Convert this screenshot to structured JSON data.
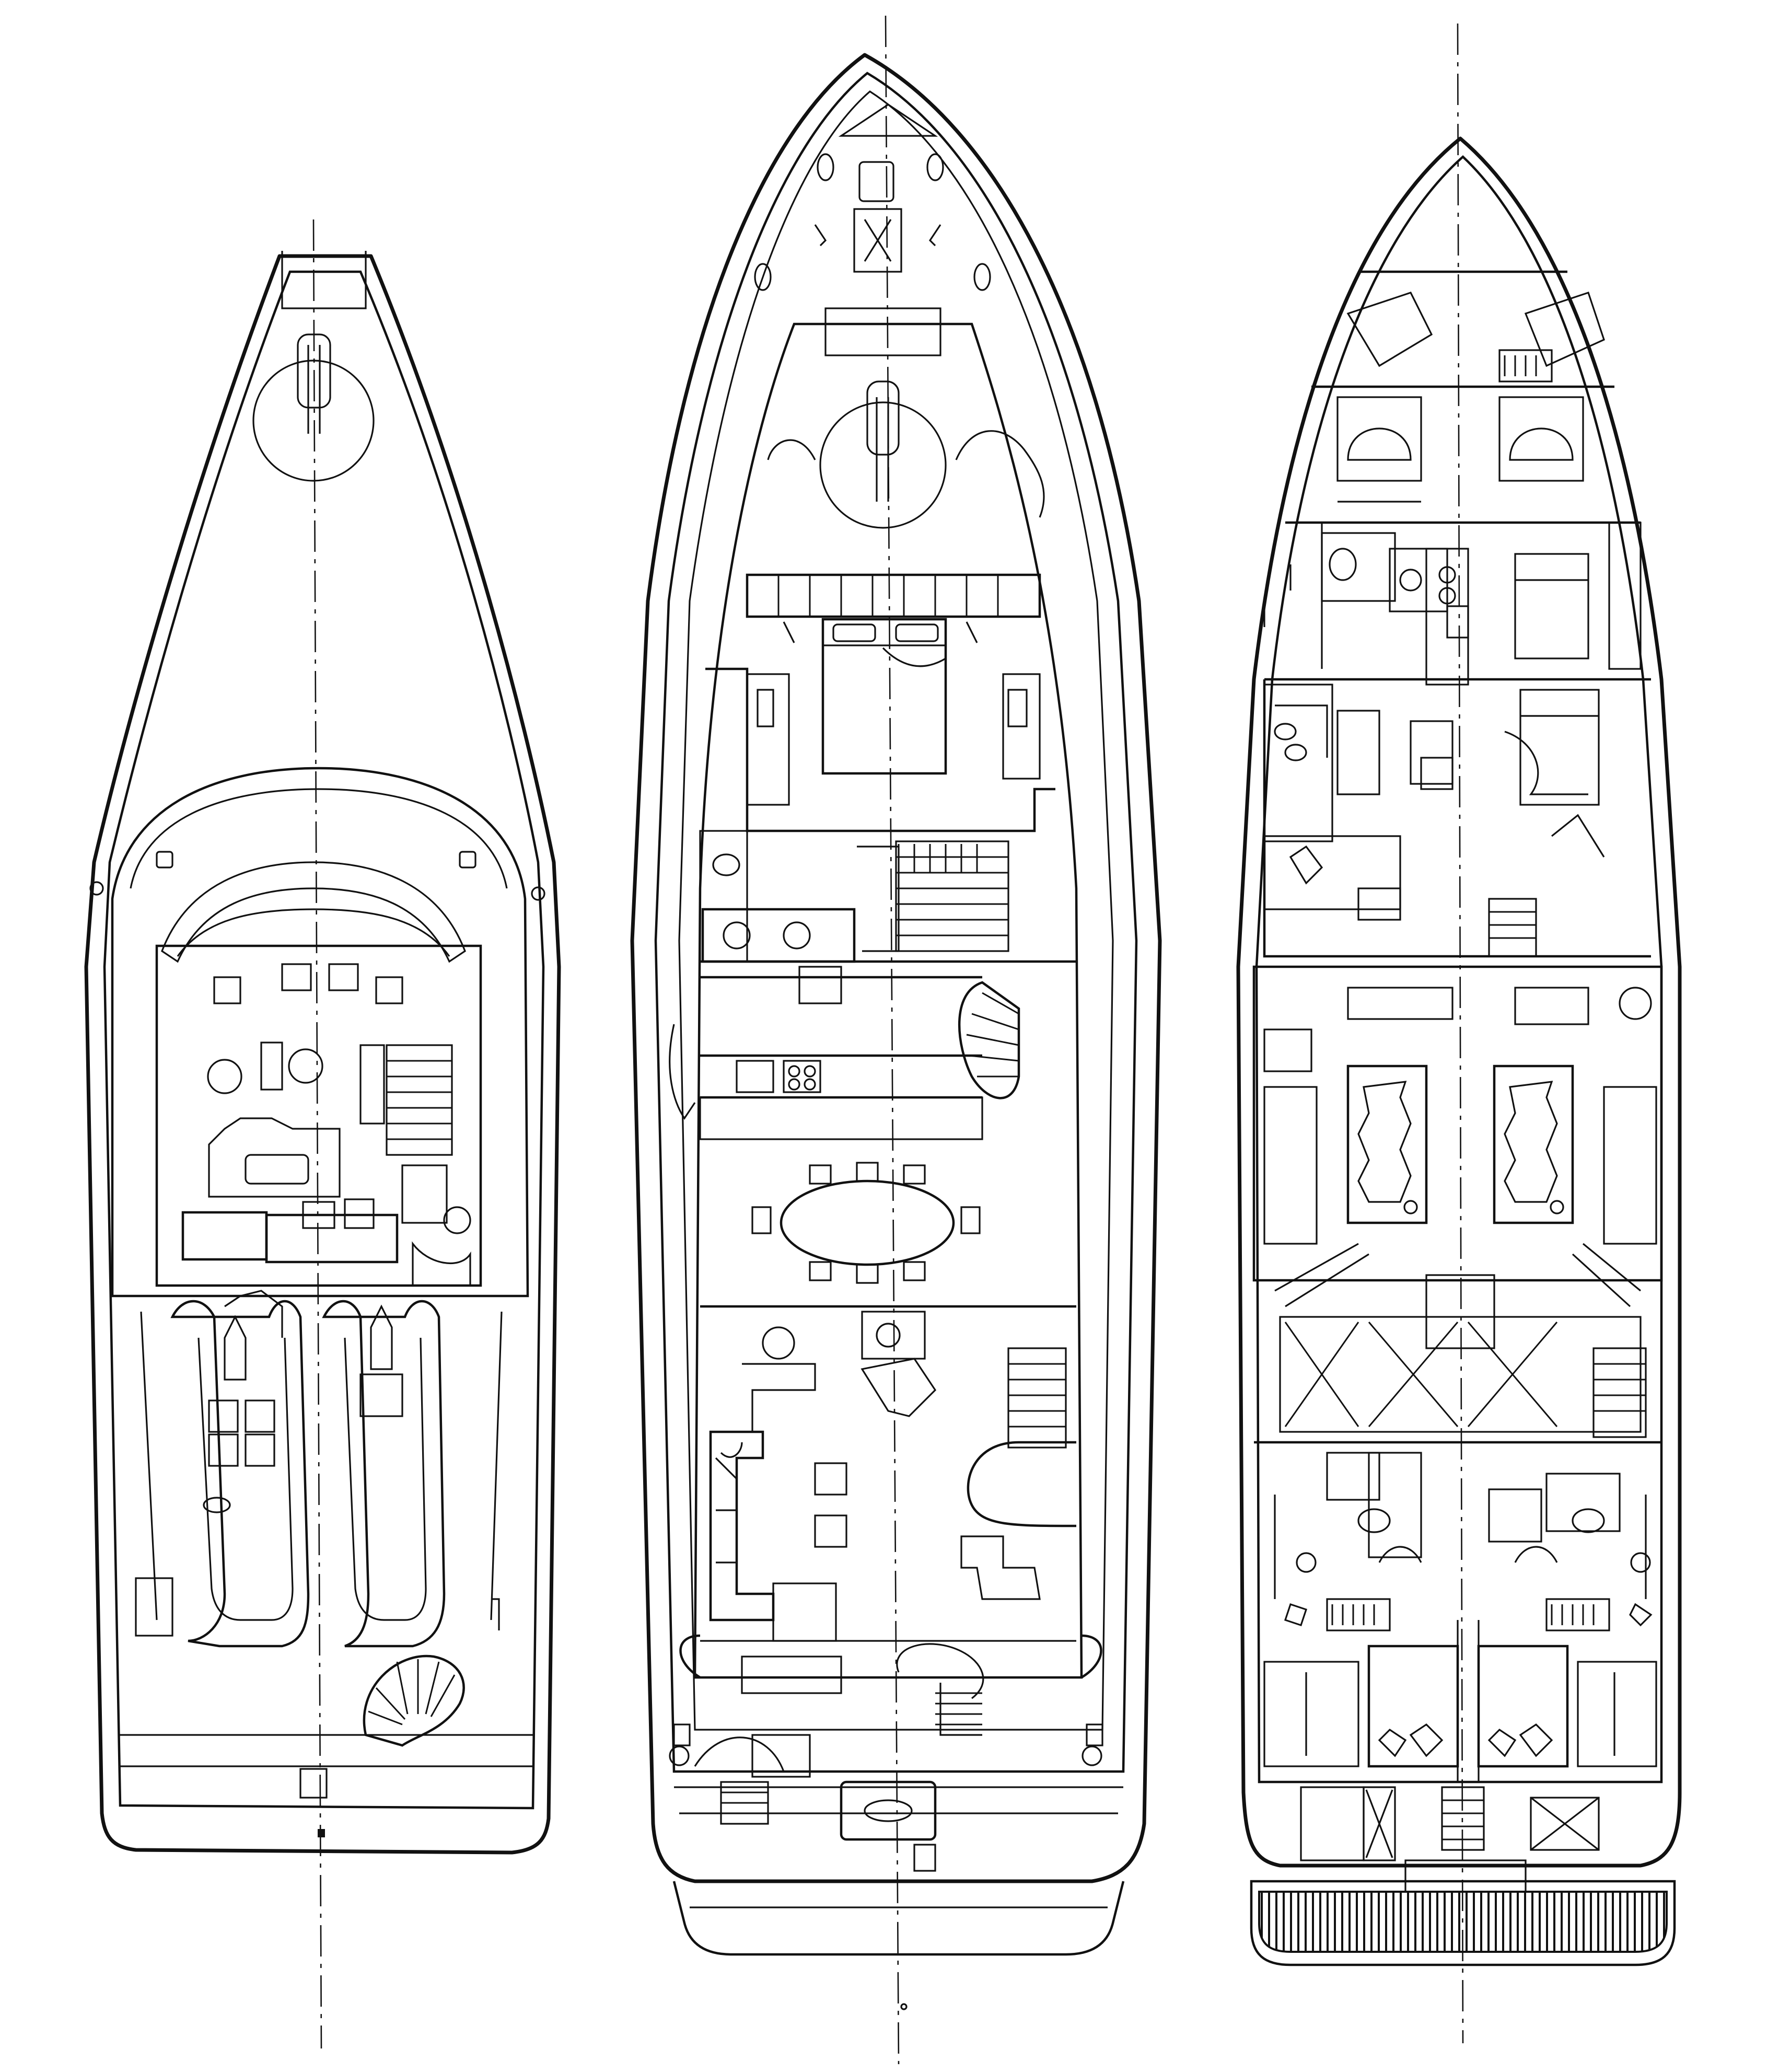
{
  "diagram": {
    "kind": "yacht general arrangement drawing",
    "views": [
      {
        "id": "flybridge-deck",
        "label": ""
      },
      {
        "id": "main-deck",
        "label": ""
      },
      {
        "id": "lower-deck",
        "label": ""
      }
    ],
    "colors": {
      "line": "#111111",
      "paper": "#ffffff"
    }
  }
}
